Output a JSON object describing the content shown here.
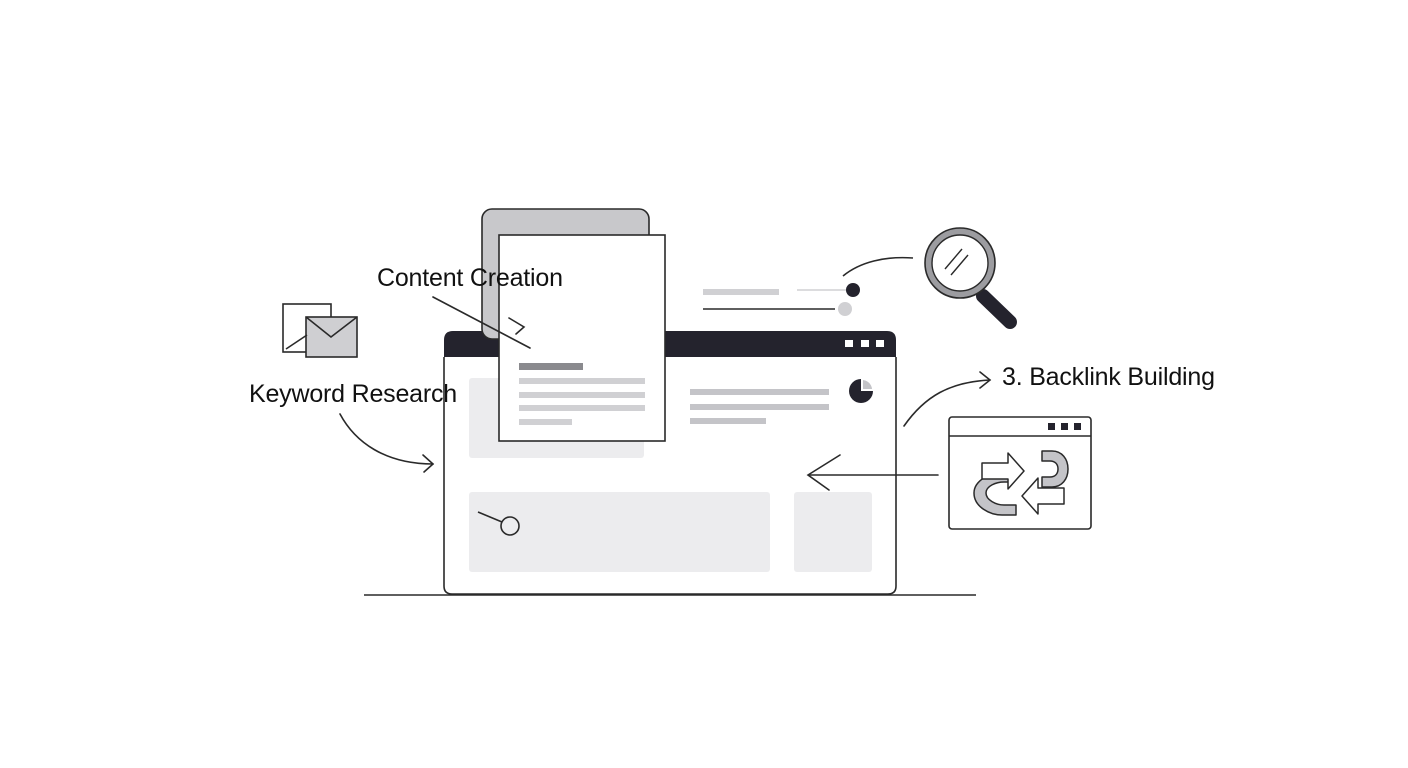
{
  "labels": {
    "content_creation": "Content Creation",
    "keyword_research": "Keyword Research",
    "backlink_building": "3. Backlink Building"
  },
  "colors": {
    "ink": "#24232d",
    "line": "#2a2a2a",
    "panel_fill": "#ececee",
    "mid_gray": "#c4c4c8",
    "bar_gray": "#d0d0d3",
    "heading_gray": "#8a8a8e"
  },
  "icons": [
    "envelope-icon",
    "magnifier-icon",
    "pie-chart-icon",
    "link-exchange-icon",
    "window-dots-icon"
  ]
}
